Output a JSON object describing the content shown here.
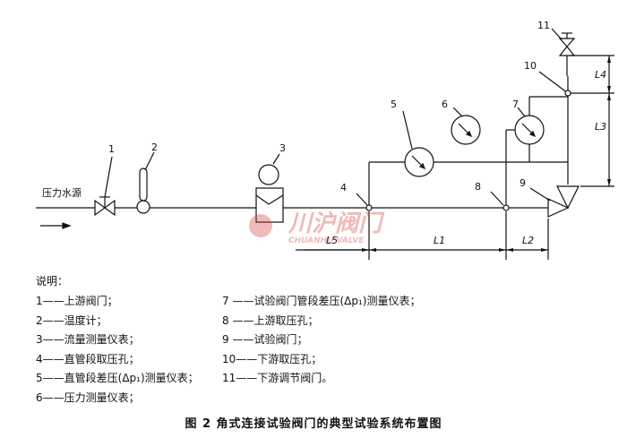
{
  "source_label": "压力水源",
  "component_numbers": [
    "1",
    "2",
    "3",
    "4",
    "5",
    "6",
    "7",
    "8",
    "9",
    "10",
    "11"
  ],
  "dimensions": {
    "L5": "L5",
    "L1": "L1",
    "L2": "L2",
    "L3": "L3",
    "L4": "L4"
  },
  "watermark": {
    "chinese": "川沪阀门",
    "latin": "CHUANHU VALVE"
  },
  "legend": {
    "title": "说明：",
    "left": [
      "1——上游阀门；",
      "2——温度计；",
      "3——流量测量仪表；",
      "4——直管段取压孔；",
      "5——直管段差压(Δp₁)测量仪表；",
      "6——压力测量仪表；"
    ],
    "right": [
      "7 ——试验阀门管段差压(Δp₁)测量仪表；",
      "8 ——上游取压孔；",
      "9 ——试验阀门；",
      "10——下游取压孔；",
      "11——下游调节阀门。"
    ]
  },
  "caption": "图 2   角式连接试验阀门的典型试验系统布置图"
}
